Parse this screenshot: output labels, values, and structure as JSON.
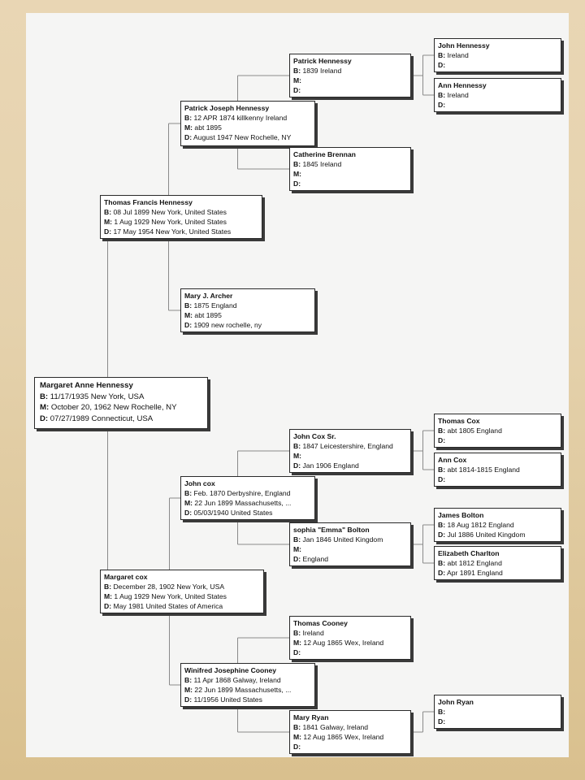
{
  "chart": {
    "root": {
      "name": "Margaret Anne Hennessy",
      "rows": [
        [
          "B:",
          "11/17/1935 New York, USA"
        ],
        [
          "M:",
          "October 20, 1962 New Rochelle, NY"
        ],
        [
          "D:",
          "07/27/1989 Connecticut, USA"
        ]
      ]
    },
    "father": {
      "name": "Thomas Francis Hennessy",
      "rows": [
        [
          "B:",
          "08 Jul 1899 New York, United States"
        ],
        [
          "M:",
          "1 Aug 1929 New York, United States"
        ],
        [
          "D:",
          "17 May 1954 New York, United States"
        ]
      ]
    },
    "mother": {
      "name": "Margaret cox",
      "rows": [
        [
          "B:",
          "December 28, 1902 New York, USA"
        ],
        [
          "M:",
          "1 Aug 1929 New York, United States"
        ],
        [
          "D:",
          "May 1981 United States of America"
        ]
      ]
    },
    "pat_gf": {
      "name": "Patrick Joseph Hennessy",
      "rows": [
        [
          "B:",
          "12 APR 1874 killkenny Ireland"
        ],
        [
          "M:",
          "abt 1895"
        ],
        [
          "D:",
          "August 1947 New Rochelle, NY"
        ]
      ]
    },
    "pat_gm": {
      "name": "Mary J. Archer",
      "rows": [
        [
          "B:",
          "1875 England"
        ],
        [
          "M:",
          "abt 1895"
        ],
        [
          "D:",
          "1909 new rochelle, ny"
        ]
      ]
    },
    "mat_gf": {
      "name": "John cox",
      "rows": [
        [
          "B:",
          "Feb. 1870 Derbyshire, England"
        ],
        [
          "M:",
          "22 Jun 1899 Massachusetts, ..."
        ],
        [
          "D:",
          "05/03/1940 United States"
        ]
      ]
    },
    "mat_gm": {
      "name": "Winifred Josephine Cooney",
      "rows": [
        [
          "B:",
          "11 Apr 1868 Galway, Ireland"
        ],
        [
          "M:",
          "22 Jun 1899 Massachusetts, ..."
        ],
        [
          "D:",
          "11/1956 United States"
        ]
      ]
    },
    "ggp1": {
      "name": "Patrick Hennessy",
      "rows": [
        [
          "B:",
          "1839 Ireland"
        ],
        [
          "M:",
          ""
        ],
        [
          "D:",
          ""
        ]
      ]
    },
    "ggp2": {
      "name": "Catherine Brennan",
      "rows": [
        [
          "B:",
          "1845 Ireland"
        ],
        [
          "M:",
          ""
        ],
        [
          "D:",
          ""
        ]
      ]
    },
    "ggp5": {
      "name": "John Cox Sr.",
      "rows": [
        [
          "B:",
          "1847 Leicestershire, England"
        ],
        [
          "M:",
          ""
        ],
        [
          "D:",
          "Jan 1906 England"
        ]
      ]
    },
    "ggp6": {
      "name": "sophia \"Emma\" Bolton",
      "rows": [
        [
          "B:",
          "Jan 1846 United Kingdom"
        ],
        [
          "M:",
          ""
        ],
        [
          "D:",
          "England"
        ]
      ]
    },
    "ggp7": {
      "name": "Thomas Cooney",
      "rows": [
        [
          "B:",
          "Ireland"
        ],
        [
          "M:",
          "12 Aug 1865 Wex, Ireland"
        ],
        [
          "D:",
          ""
        ]
      ]
    },
    "ggp8": {
      "name": "Mary Ryan",
      "rows": [
        [
          "B:",
          "1841 Galway, Ireland"
        ],
        [
          "M:",
          "12 Aug 1865 Wex, Ireland"
        ],
        [
          "D:",
          ""
        ]
      ]
    },
    "g1": {
      "name": "John Hennessy",
      "rows": [
        [
          "B:",
          "Ireland"
        ],
        [
          "D:",
          ""
        ]
      ]
    },
    "g2": {
      "name": "Ann Hennessy",
      "rows": [
        [
          "B:",
          "Ireland"
        ],
        [
          "D:",
          ""
        ]
      ]
    },
    "g9": {
      "name": "Thomas Cox",
      "rows": [
        [
          "B:",
          "abt 1805 England"
        ],
        [
          "D:",
          ""
        ]
      ]
    },
    "g10": {
      "name": "Ann Cox",
      "rows": [
        [
          "B:",
          "abt 1814-1815 England"
        ],
        [
          "D:",
          ""
        ]
      ]
    },
    "g11": {
      "name": "James Bolton",
      "rows": [
        [
          "B:",
          "18 Aug 1812 England"
        ],
        [
          "D:",
          "Jul 1886 United Kingdom"
        ]
      ]
    },
    "g12": {
      "name": "Elizabeth Charlton",
      "rows": [
        [
          "B:",
          "abt 1812 England"
        ],
        [
          "D:",
          "Apr 1891 England"
        ]
      ]
    },
    "g15": {
      "name": "John Ryan",
      "rows": [
        [
          "B:",
          ""
        ],
        [
          "D:",
          ""
        ]
      ]
    }
  }
}
